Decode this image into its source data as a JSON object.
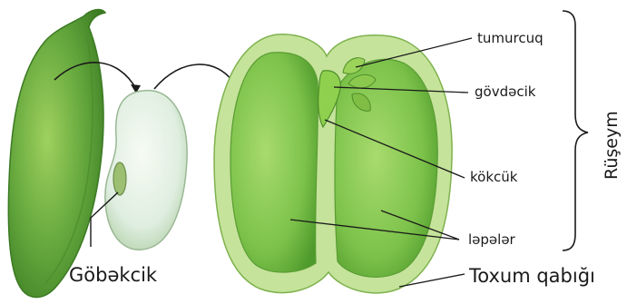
{
  "labels": {
    "tumurcuq": "tumurcuq",
    "govdecik": "gövdəcik",
    "kokcuk": "kökcük",
    "lepeler": "ləpələr",
    "toxum_qabigi": "Toxum qabığı",
    "gobekcik": "Göbəkcik",
    "ruseym": "Rüşeym"
  },
  "colors": {
    "pod_green": "#5fa33a",
    "seed_pale": "#dfeee0",
    "cotyledon_green": "#7cc24a",
    "seed_coat": "#b8dc8a",
    "line": "#1a1a1a"
  }
}
